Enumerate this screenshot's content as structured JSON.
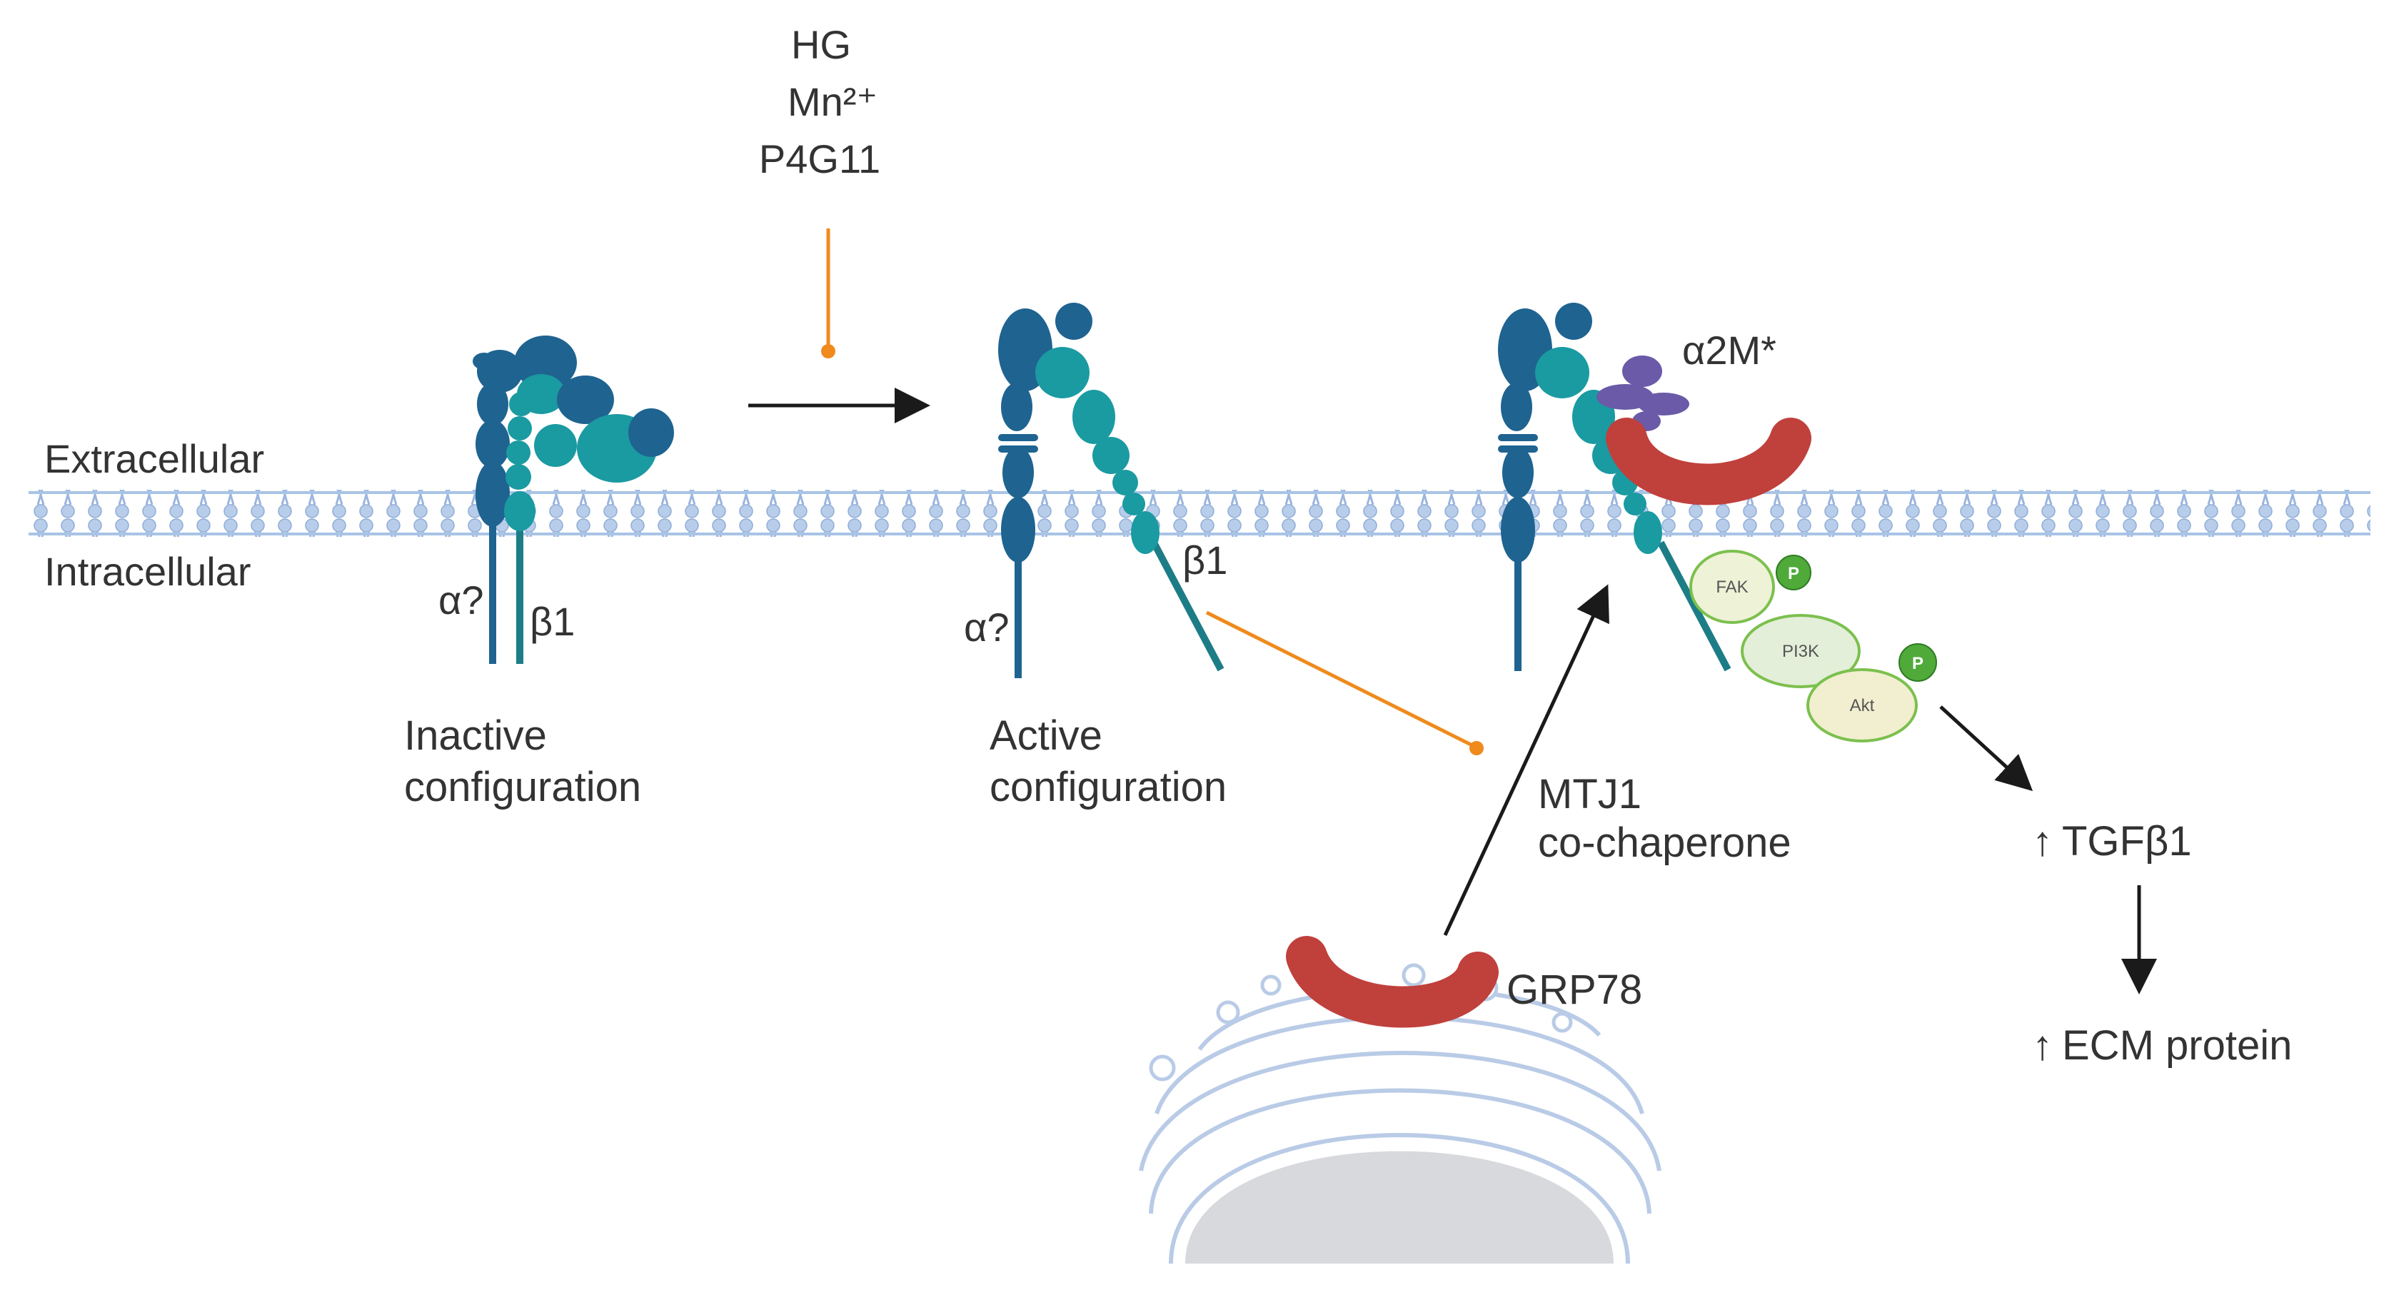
{
  "stimuli": {
    "line1": "HG",
    "line2": "Mn²⁺",
    "line3": "P4G11"
  },
  "compartments": {
    "extracellular": "Extracellular",
    "intracellular": "Intracellular"
  },
  "inactive": {
    "alpha": "α?",
    "beta": "β1",
    "caption_line1": "Inactive",
    "caption_line2": "configuration"
  },
  "active": {
    "alpha": "α?",
    "beta": "β1",
    "caption_line1": "Active",
    "caption_line2": "configuration"
  },
  "complex": {
    "ligand": "α2M*"
  },
  "signaling": {
    "fak": "FAK",
    "pi3k": "PI3K",
    "akt": "Akt",
    "phospho": "P"
  },
  "chaperone": {
    "line1": "MTJ1",
    "line2": "co-chaperone",
    "grp78": "GRP78"
  },
  "outputs": {
    "arrow_glyph": "↑",
    "tgf": "TGFβ1",
    "ecm": "ECM protein"
  },
  "colors": {
    "alpha_subunit": "#1f6391",
    "beta_subunit": "#1a9aa1",
    "membrane": "#a8c4e6",
    "grp78": "#c0403c",
    "alpha2m": "#6a5aa8",
    "inhibit_line": "#f08a1c",
    "arrow": "#1a1a1a",
    "fak_fill": "#eef2d6",
    "node_border": "#7cc04e",
    "phospho": "#4faa3a",
    "nucleus": "#d7d9dd",
    "er_line": "#b9cbe6"
  }
}
